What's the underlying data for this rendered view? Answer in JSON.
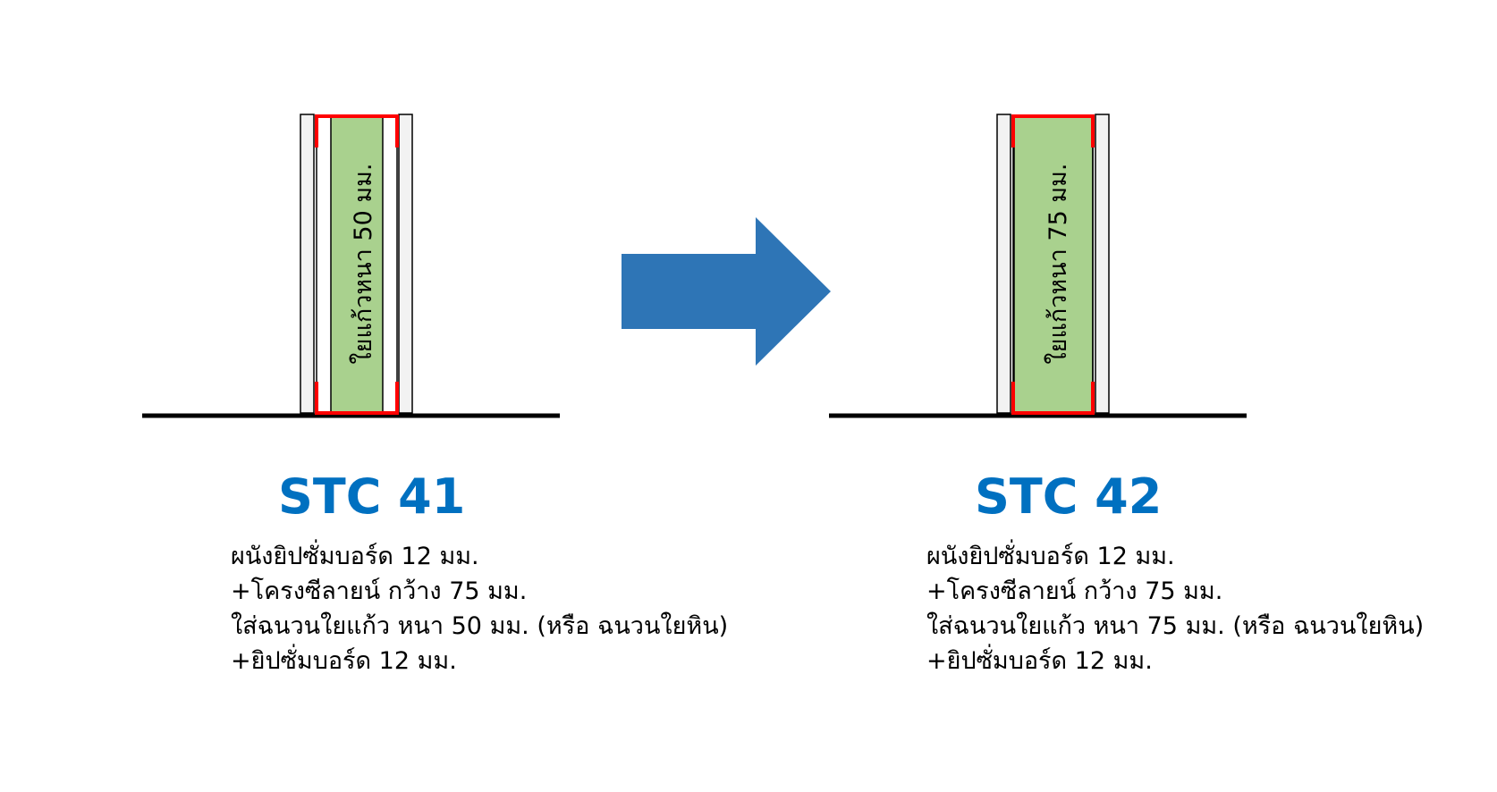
{
  "colors": {
    "title": "#0070C0",
    "arrow": "#2E75B6",
    "insulation": "#A9D18E",
    "stud": "#FF0000",
    "board": "#F2F2F2",
    "outline": "#000000",
    "floor": "#000000"
  },
  "left": {
    "title": "STC 41",
    "insulation_label": "ใยแก้วหนา 50 มม.",
    "spec": [
      "ผนังยิปซั่มบอร์ด 12 มม.",
      "+โครงซีลายน์ กว้าง 75 มม.",
      "ใส่ฉนวนใยแก้ว หนา 50 มม. (หรือ ฉนวนใยหิน)",
      "+ยิปซั่มบอร์ด 12 มม."
    ]
  },
  "right": {
    "title": "STC 42",
    "insulation_label": "ใยแก้วหนา 75 มม.",
    "spec": [
      "ผนังยิปซั่มบอร์ด 12 มม.",
      "+โครงซีลายน์ กว้าง 75 มม.",
      "ใส่ฉนวนใยแก้ว หนา 75 มม. (หรือ ฉนวนใยหิน)",
      "+ยิปซั่มบอร์ด 12 มม."
    ]
  },
  "icons": {
    "arrow": "right-arrow-icon"
  }
}
